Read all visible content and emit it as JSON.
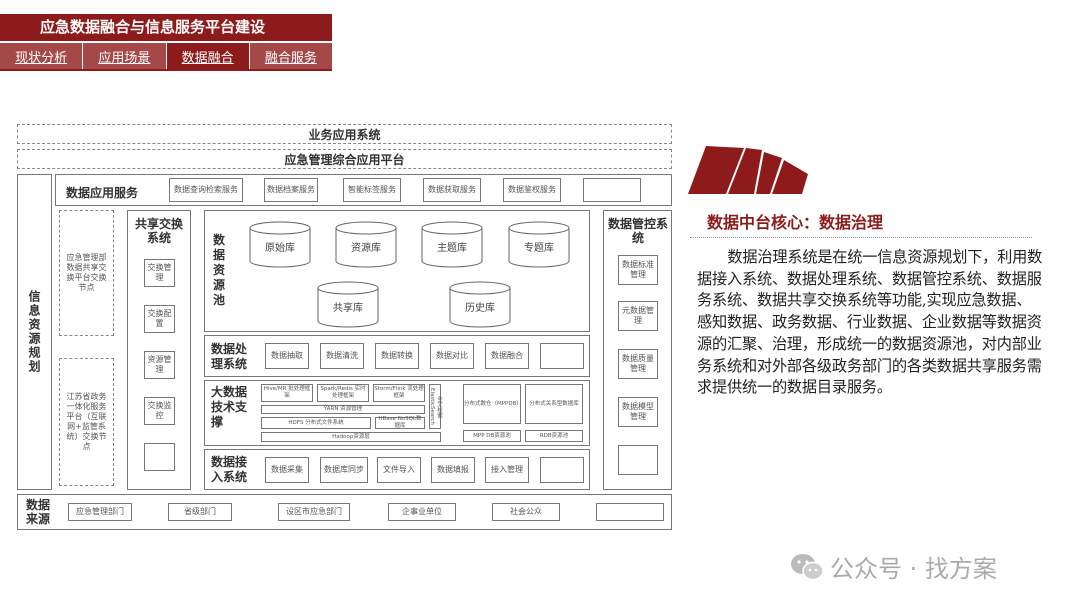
{
  "header": {
    "title": "应急数据融合与信息服务平台建设"
  },
  "tabs": [
    "现状分析",
    "应用场景",
    "数据融合",
    "融合服务"
  ],
  "active_tab": 2,
  "diagram": {
    "top_band_1": "业务应用系统",
    "top_band_2": "应急管理综合应用平台",
    "left_title": "信息资源规划",
    "service_title": "数据应用服务",
    "services": [
      "数据查询检索服务",
      "数据档案服务",
      "智能标签服务",
      "数据获取服务",
      "数据鉴权服务",
      ""
    ],
    "left_node_1": "应急管理部数据共享交换平台交换节点",
    "left_node_2": "江苏省政务一体化服务平台（互联网+监管系统）交换节点",
    "exchange_title": "共享交换系统",
    "exchange_items": [
      "交换管理",
      "交换配置",
      "资源管理",
      "交换监控",
      ""
    ],
    "pool_title": "数据资源池",
    "pools": [
      "原始库",
      "资源库",
      "主题库",
      "专题库",
      "共享库",
      "历史库"
    ],
    "proc_title": "数据处理系统",
    "proc_items": [
      "数据抽取",
      "数据清洗",
      "数据转换",
      "数据对比",
      "数据融合",
      ""
    ],
    "bigdata_title": "大数据技术支撑",
    "bigdata": {
      "hive": "Hive/MR 批处理框架",
      "spark": "Spark/Redis 实时处理框架",
      "storm": "Storm/Flink 流处理框架",
      "yarn": "YARN 资源管理",
      "hdfs": "HDFS 分布式文件系统",
      "hbase": "HBase NoSQL数据库",
      "hadoop": "Hadoop资源层",
      "search": "全文检索 ElasticSearch",
      "mppdb": "分布式数仓（MPPDB）",
      "rdb": "分布式关系型数据库",
      "mppdb_res": "MPP DB资源池",
      "rdb_res": "RDB资源池"
    },
    "ingest_title": "数据接入系统",
    "ingest_items": [
      "数据采集",
      "数据库同步",
      "文件导入",
      "数据填报",
      "接入管理",
      ""
    ],
    "control_title": "数据管控系统",
    "control_items": [
      "数据标准管理",
      "元数据管理",
      "数据质量管理",
      "数据模型管理",
      ""
    ],
    "source_title": "数据来源",
    "sources": [
      "应急管理部门",
      "省级部门",
      "设区市应急部门",
      "企事业单位",
      "社会公众",
      ""
    ]
  },
  "right": {
    "subtitle": "数据中台核心：数据治理",
    "paragraph": "数据治理系统是在统一信息资源规划下，利用数据接入系统、数据处理系统、数据管控系统、数据服务系统、数据共享交换系统等功能,实现应急数据、感知数据、政务数据、行业数据、企业数据等数据资源的汇聚、治理，形成统一的数据资源池，对内部业务系统和对外部各级政务部门的各类数据共享服务需求提供统一的数据目录服务。"
  },
  "watermark": "公众号 · 找方案",
  "colors": {
    "brand": "#8e1b1b",
    "tab_bg": "#a54848"
  }
}
